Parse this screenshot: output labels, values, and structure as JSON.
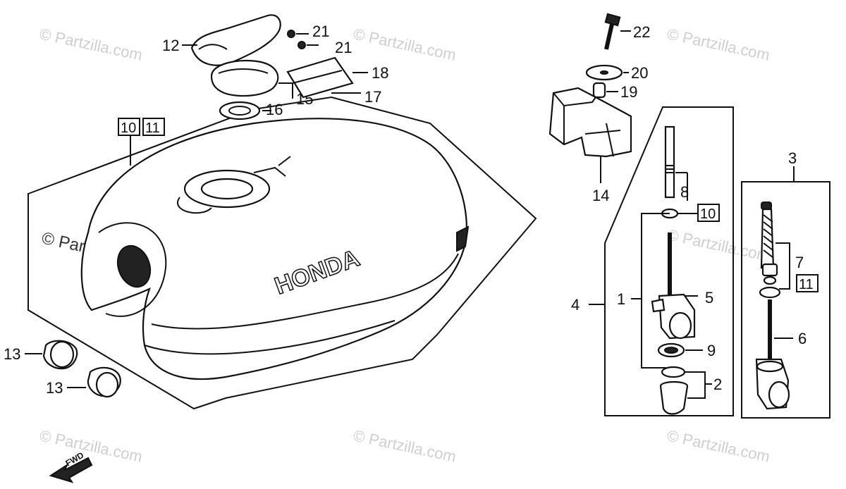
{
  "watermarks": {
    "text": "© Partzilla.com",
    "dark_text": "© Partzilla.com"
  },
  "forward_label": "FWD",
  "callouts": {
    "c1": "1",
    "c2": "2",
    "c3": "3",
    "c4": "4",
    "c5": "5",
    "c6": "6",
    "c7": "7",
    "c8": "8",
    "c9": "9",
    "c12": "12",
    "c13a": "13",
    "c13b": "13",
    "c14": "14",
    "c15": "15",
    "c16": "16",
    "c17": "17",
    "c18": "18",
    "c19": "19",
    "c20": "20",
    "c21a": "21",
    "c21b": "21",
    "c22": "22"
  },
  "boxed_labels": {
    "tank_10": "10",
    "tank_11": "11",
    "cock_10": "10",
    "cock_11": "11"
  },
  "tank_lettering": "HONDA",
  "colors": {
    "line": "#111111",
    "watermark": "#cfcfcf",
    "background": "#ffffff"
  }
}
